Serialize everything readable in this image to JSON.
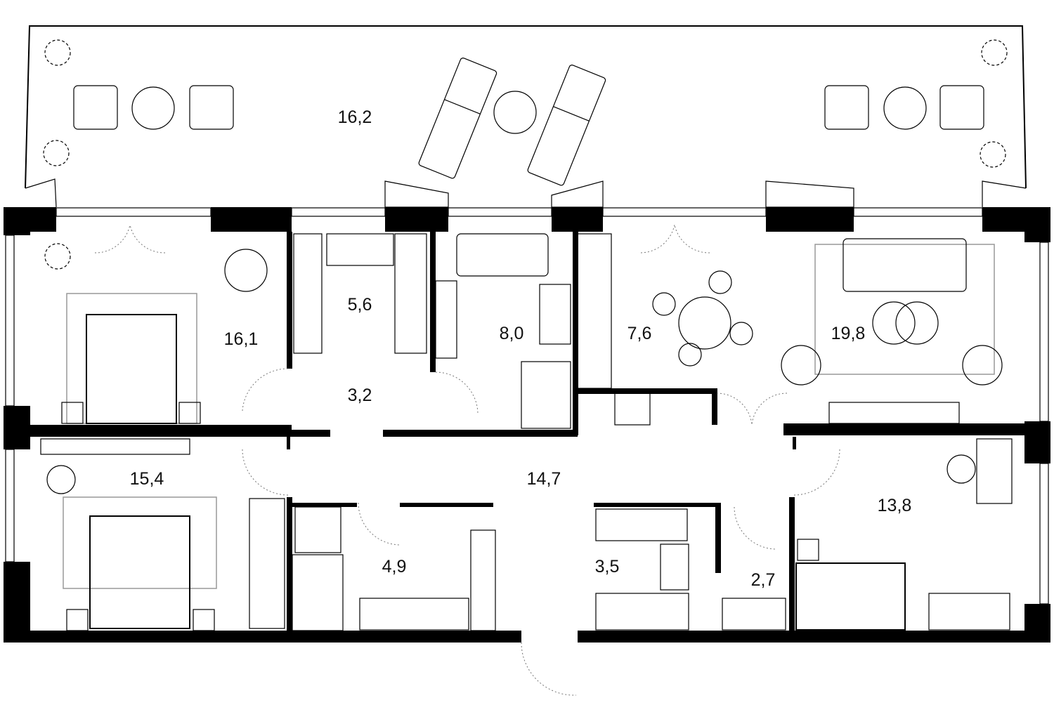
{
  "plan": {
    "rooms": [
      {
        "id": "terrace",
        "area": "16,2"
      },
      {
        "id": "bedroom-1",
        "area": "16,1"
      },
      {
        "id": "wardrobe-1",
        "area": "5,6"
      },
      {
        "id": "bathroom-1",
        "area": "8,0"
      },
      {
        "id": "kitchen",
        "area": "7,6"
      },
      {
        "id": "living-room",
        "area": "19,8"
      },
      {
        "id": "hall-1",
        "area": "3,2"
      },
      {
        "id": "bedroom-2",
        "area": "15,4"
      },
      {
        "id": "corridor",
        "area": "14,7"
      },
      {
        "id": "bedroom-3",
        "area": "13,8"
      },
      {
        "id": "bathroom-2",
        "area": "4,9"
      },
      {
        "id": "wardrobe-2",
        "area": "3,5"
      },
      {
        "id": "bathroom-3",
        "area": "2,7"
      }
    ],
    "colors": {
      "wall": "#000000",
      "line": "#000000",
      "furniture_grey": "#999999"
    }
  }
}
